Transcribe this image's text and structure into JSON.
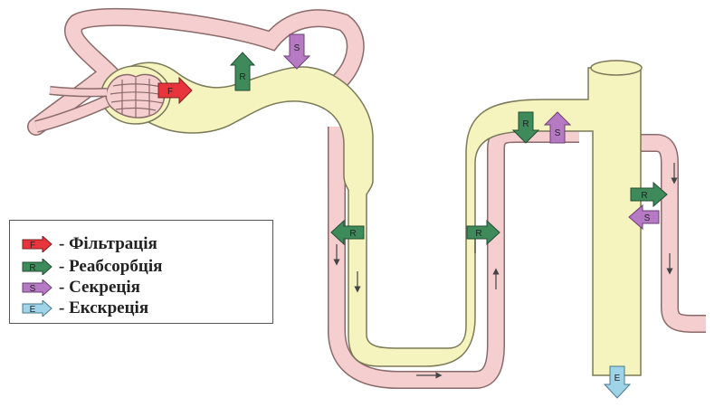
{
  "legend": {
    "items": [
      {
        "letter": "F",
        "text": "- Фільтрація",
        "color": "#e8343c"
      },
      {
        "letter": "R",
        "text": "- Реабсорбція",
        "color": "#3e8a5a"
      },
      {
        "letter": "S",
        "text": "- Секреція",
        "color": "#b679c4"
      },
      {
        "letter": "E",
        "text": "- Екскреція",
        "color": "#9fd3e8"
      }
    ]
  },
  "diagram": {
    "colors": {
      "vessel": "#f5cfcf",
      "vessel_stroke": "#8a6a6a",
      "tubule": "#f6f4be",
      "tubule_stroke": "#7a7a5a",
      "filtration": "#e8343c",
      "reabsorption": "#3e8a5a",
      "secretion": "#b679c4",
      "excretion": "#9fd3e8"
    },
    "arrow_labels": {
      "filtration": "F",
      "reabsorption": "R",
      "secretion": "S",
      "excretion": "E"
    }
  }
}
